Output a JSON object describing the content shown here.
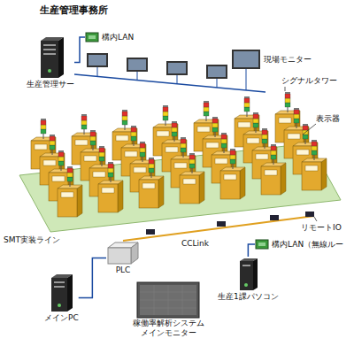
{
  "diagram": {
    "title": "生産管理事務所",
    "nodes": [
      {
        "text": [
          "生産管理サー"
        ]
      },
      {
        "text": [
          "構内LAN"
        ]
      },
      {
        "text": [
          "PLC"
        ]
      },
      {
        "text": [
          "メインPC"
        ]
      },
      {
        "text": [
          "稼働率解析システム メインモニター"
        ]
      },
      {
        "text": [
          "生産1課パソコン"
        ]
      },
      {
        "text": [
          "構内LAN（無線ルー"
        ]
      }
    ],
    "edges": [
      {
        "from": 0,
        "to": 1,
        "arrow": "none"
      },
      {
        "from": 3,
        "to": 2,
        "arrow": "none"
      },
      {
        "from": 5,
        "to": 6,
        "arrow": "none"
      }
    ],
    "labels": [
      "現場モニター",
      "シグナルタワー",
      "表示器",
      "SMT実装ライン",
      "CCLink",
      "リモートIO"
    ]
  }
}
